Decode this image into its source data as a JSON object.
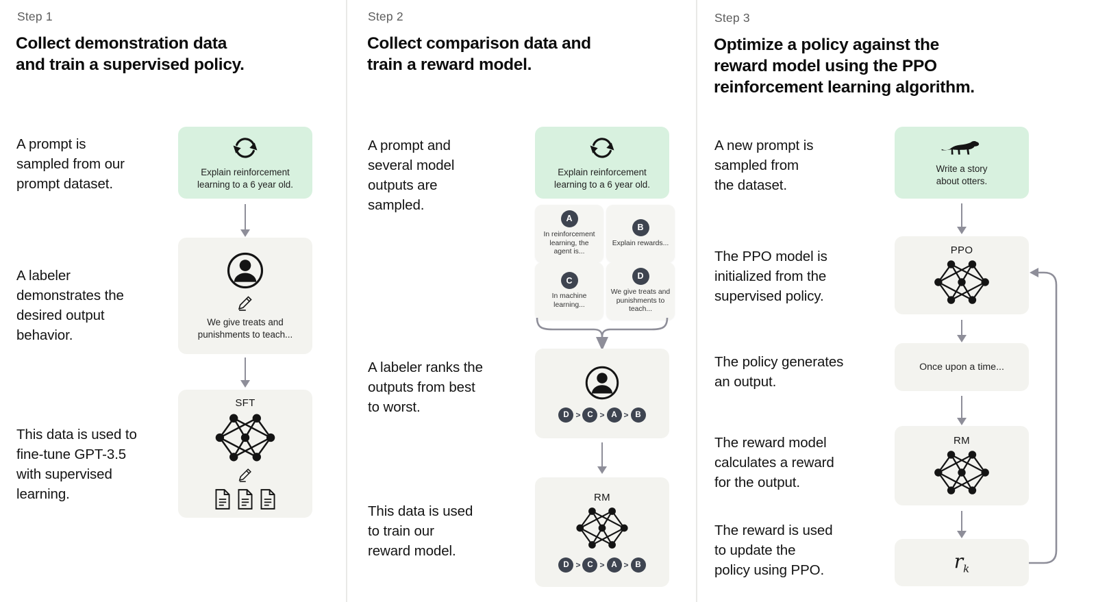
{
  "colors": {
    "prompt_box_green": "#d8f1df",
    "flow_box_gray": "#f3f3ef",
    "answer_box_gray": "#f5f5f2",
    "letter_badge": "#3e4450",
    "arrow_gray": "#8e8e99",
    "step_label_gray": "#5c5c5c",
    "title_black": "#0c0c0c"
  },
  "columns": [
    {
      "step_label": "Step 1",
      "title": "Collect demonstration data\nand train a supervised policy.",
      "captions": [
        "A prompt is\nsampled from our\nprompt dataset.",
        "A labeler\ndemonstrates the\ndesired output\nbehavior.",
        "This data is used to\nfine-tune GPT-3.5\nwith supervised\nlearning."
      ],
      "prompt_box": {
        "icon": "refresh-cycle-icon",
        "text": "Explain reinforcement\nlearning to a 6 year old."
      },
      "labeler_box": {
        "icons": [
          "person-icon",
          "pencil-icon"
        ],
        "text": "We give treats and\npunishments to teach..."
      },
      "model_box": {
        "label": "SFT",
        "icons": [
          "neural-network-icon",
          "pencil-icon",
          "documents-icon"
        ]
      }
    },
    {
      "step_label": "Step 2",
      "title": "Collect comparison data and\ntrain a reward model.",
      "captions": [
        "A prompt and\nseveral model\noutputs are\nsampled.",
        "A labeler ranks the\noutputs from best\nto worst.",
        "This data is used\nto train our\nreward model."
      ],
      "prompt_box": {
        "icon": "refresh-cycle-icon",
        "text": "Explain reinforcement\nlearning to a 6 year old."
      },
      "answers": [
        {
          "letter": "A",
          "text": "In reinforcement\nlearning, the\nagent is..."
        },
        {
          "letter": "B",
          "text": "Explain rewards..."
        },
        {
          "letter": "C",
          "text": "In machine\nlearning..."
        },
        {
          "letter": "D",
          "text": "We give treats and\npunishments to\nteach..."
        }
      ],
      "ranking": {
        "order": [
          "D",
          "C",
          "A",
          "B"
        ],
        "separator": ">"
      },
      "model_box": {
        "label": "RM",
        "icons": [
          "neural-network-icon"
        ]
      }
    },
    {
      "step_label": "Step 3",
      "title": "Optimize a policy against the\nreward model using the PPO\nreinforcement learning algorithm.",
      "captions": [
        "A new prompt is\nsampled from\nthe dataset.",
        "The PPO model is\ninitialized from the\nsupervised policy.",
        "The policy generates\nan output.",
        "The reward model\ncalculates a reward\nfor the output.",
        "The reward is used\nto update the\npolicy using PPO."
      ],
      "prompt_box": {
        "icon": "otter-icon",
        "text": "Write a story\nabout otters."
      },
      "ppo_box": {
        "label": "PPO",
        "icons": [
          "neural-network-icon"
        ]
      },
      "output_box": {
        "text": "Once upon a time..."
      },
      "rm_box": {
        "label": "RM",
        "icons": [
          "neural-network-icon"
        ]
      },
      "reward_box": {
        "symbol": "r",
        "subscript": "k"
      }
    }
  ]
}
